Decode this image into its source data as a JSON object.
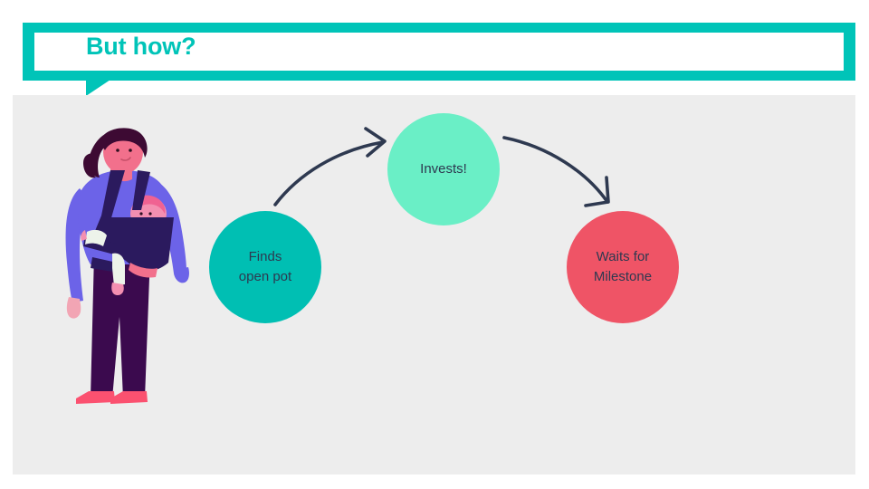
{
  "slide": {
    "title": "But how?",
    "background_color": "#FFFFFF",
    "panel_color": "#EDEDED",
    "accent_color": "#00C4B8"
  },
  "header": {
    "title": "But how?",
    "bar_color": "#00C4B8",
    "inner_color": "#FFFFFF",
    "title_color": "#00C4B8"
  },
  "illustration": {
    "name": "woman-with-baby-carrier",
    "colors": {
      "hair": "#3D0A33",
      "skin": "#F2708C",
      "top": "#6C63E8",
      "carrier": "#2B1A5E",
      "pants": "#3B0A4E",
      "shoes": "#FB5170",
      "baby_skin": "#F48FB1",
      "baby_clothes": "#EDF3EA"
    }
  },
  "flow": {
    "arrow_color": "#2E3950",
    "nodes": [
      {
        "id": "finds",
        "label": "Finds\nopen pot",
        "color": "#00BFB3",
        "text_color": "#2E3950"
      },
      {
        "id": "invests",
        "label": "Invests!",
        "color": "#6AEFC6",
        "text_color": "#2E3950"
      },
      {
        "id": "waits",
        "label": "Waits for\nMilestone",
        "color": "#EF5466",
        "text_color": "#2E3950"
      }
    ],
    "arrows": [
      {
        "id": "finds-to-invests",
        "from": "finds",
        "to": "invests"
      },
      {
        "id": "invests-to-waits",
        "from": "invests",
        "to": "waits"
      }
    ]
  }
}
